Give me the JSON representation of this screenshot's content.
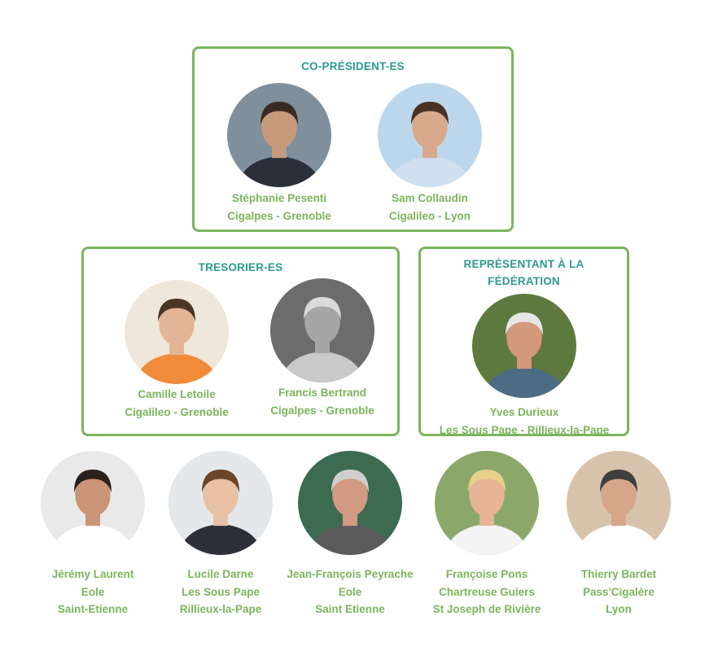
{
  "groups": {
    "copresidents": {
      "title": "CO-PRÉSIDENT-ES",
      "members": [
        {
          "name": "Stéphanie Pesenti",
          "org": "Cigalpes - Grenoble",
          "photo_bg": "#7f8f9c",
          "skin": "#c79a7c",
          "hair": "#3b2a22",
          "shirt": "#2a2f3a"
        },
        {
          "name": "Sam Collaudin",
          "org": "Cigalileo - Lyon",
          "photo_bg": "#bcd7ec",
          "skin": "#d9a98d",
          "hair": "#4a3325",
          "shirt": "#cfe0f0"
        }
      ]
    },
    "tresoriers": {
      "title": "TRESORIER-ES",
      "members": [
        {
          "name": "Camille Letoile",
          "org": "Cigalileo - Grenoble",
          "photo_bg": "#efe7dc",
          "skin": "#e2b596",
          "hair": "#4b3526",
          "shirt": "#f08b3a"
        },
        {
          "name": "Francis Bertrand",
          "org": "Cigalpes - Grenoble",
          "photo_bg": "#6c6c6c",
          "skin": "#a6a6a6",
          "hair": "#d9d9d9",
          "shirt": "#c9c9c9"
        }
      ]
    },
    "federation": {
      "title_line1": "REPRÉSENTANT À LA",
      "title_line2": "FÉDÉRATION",
      "members": [
        {
          "name": "Yves Durieux",
          "org": "Les Sous Pape - Rillieux-la-Pape",
          "photo_bg": "#5d7a3e",
          "skin": "#d4987a",
          "hair": "#e6e6e6",
          "shirt": "#4e6b86"
        }
      ]
    }
  },
  "members": [
    {
      "name": "Jérémy Laurent",
      "line2": "Eole",
      "line3": "Saint-Etienne",
      "photo_bg": "#e9e9e9",
      "skin": "#c99576",
      "hair": "#2b201b",
      "shirt": "#ffffff"
    },
    {
      "name": "Lucile Darne",
      "line2": "Les Sous Pape",
      "line3": "Rillieux-la-Pape",
      "photo_bg": "#e4e8ea",
      "skin": "#e8c0a4",
      "hair": "#6b4528",
      "shirt": "#2c2f36"
    },
    {
      "name": "Jean-François Peyrache",
      "line2": "Eole",
      "line3": "Saint Etienne",
      "photo_bg": "#3c6b52",
      "skin": "#d29a82",
      "hair": "#cfcfcf",
      "shirt": "#5a5a5a"
    },
    {
      "name": "Françoise Pons",
      "line2": "Chartreuse Guiers",
      "line3": "St Joseph de Rivière",
      "photo_bg": "#8ba86a",
      "skin": "#e7b395",
      "hair": "#e8cf8a",
      "shirt": "#f4f4f4"
    },
    {
      "name": "Thierry Bardet",
      "line2": "Pass'Cigalère",
      "line3": "Lyon",
      "photo_bg": "#d7c3ac",
      "skin": "#d7a58a",
      "hair": "#3f3f3f",
      "shirt": "#ffffff"
    }
  ]
}
